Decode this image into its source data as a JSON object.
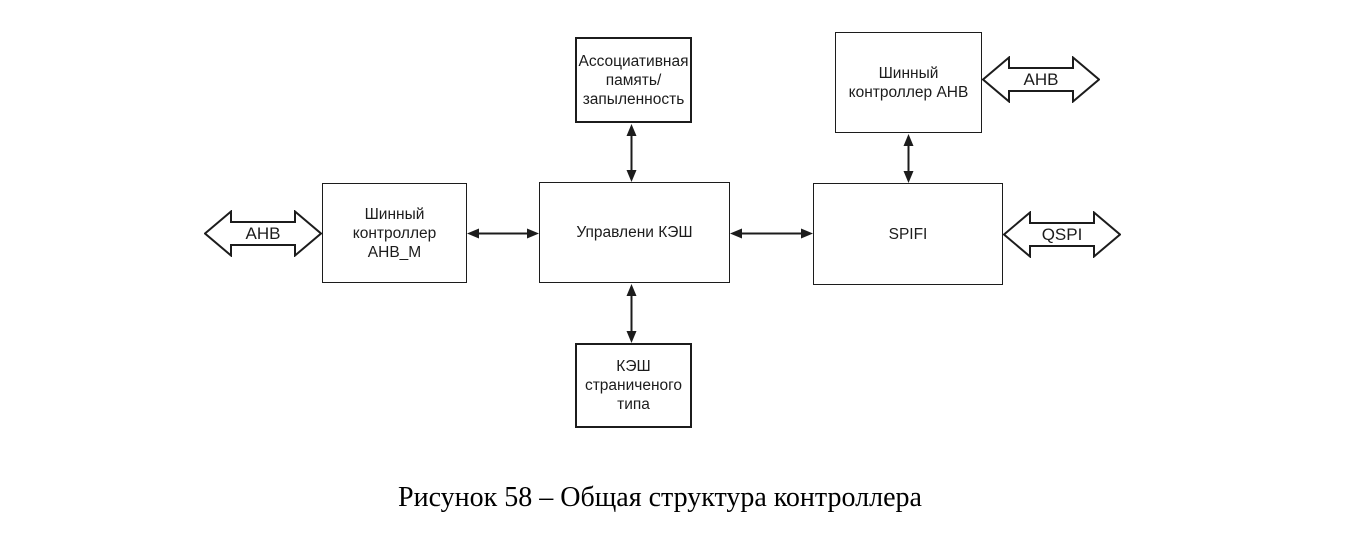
{
  "diagram": {
    "boxes": {
      "assoc_memory": {
        "label": "Ассоциативная\nпамять/\nзапыленность"
      },
      "ahb_controller": {
        "label": "Шинный\nконтроллер AHB"
      },
      "ahb_m_controller": {
        "label": "Шинный\nконтроллер\nAHB_M"
      },
      "cache_control": {
        "label": "Управлени КЭШ"
      },
      "spifi": {
        "label": "SPIFI"
      },
      "page_cache": {
        "label": "КЭШ\nстраниченого\nтипа"
      }
    },
    "bus_labels": {
      "ahb_left": "AHB",
      "ahb_right": "AHB",
      "qspi": "QSPI"
    },
    "colors": {
      "line": "#1c1c1c",
      "background": "#ffffff"
    }
  },
  "caption": "Рисунок 58 – Общая структура контроллера"
}
